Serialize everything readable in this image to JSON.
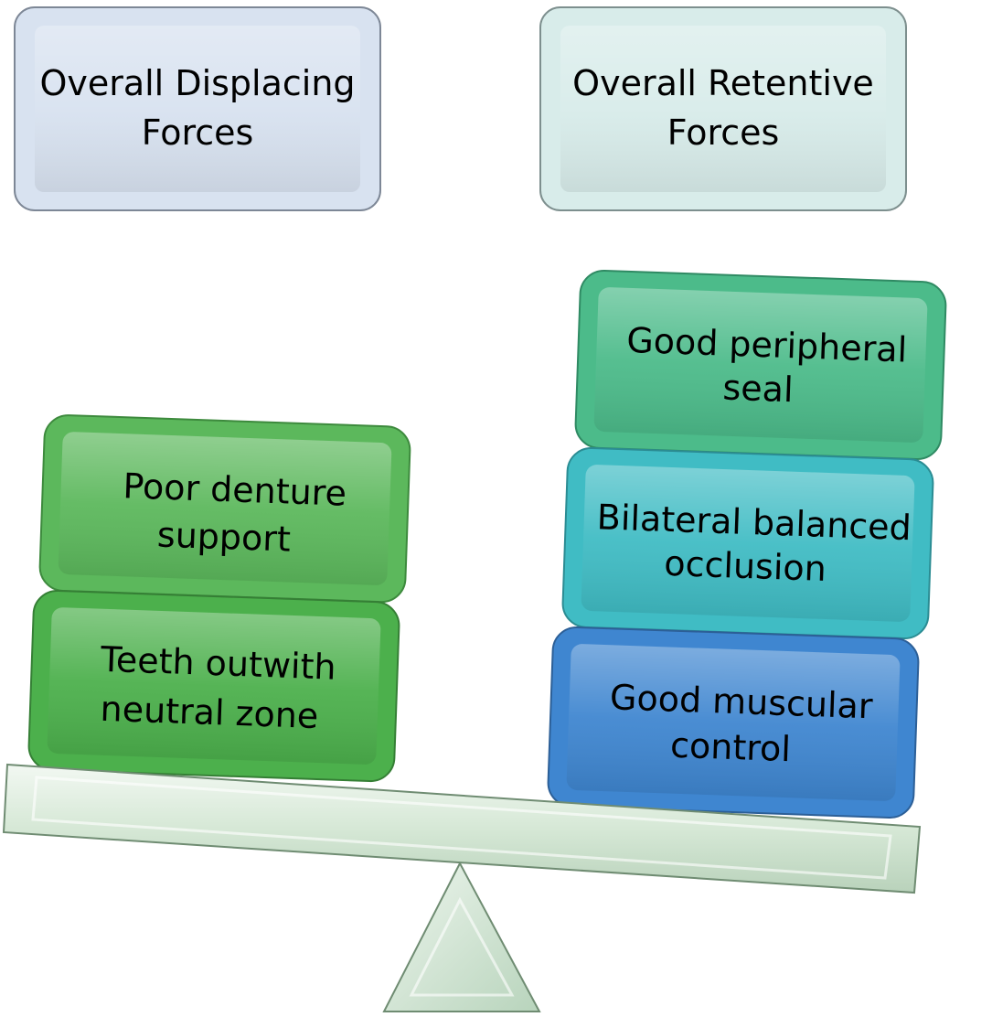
{
  "headers": {
    "left": [
      "Overall Displacing",
      "Forces"
    ],
    "right": [
      "Overall Retentive",
      "Forces"
    ]
  },
  "left_stack": [
    {
      "lines": [
        "Poor denture",
        "support"
      ],
      "color": "#5cb85c"
    },
    {
      "lines": [
        "Teeth outwith",
        "neutral zone"
      ],
      "color": "#4cb04c"
    }
  ],
  "right_stack": [
    {
      "lines": [
        "Good peripheral",
        "seal"
      ],
      "color": "#4cbb8a"
    },
    {
      "lines": [
        "Bilateral balanced",
        "occlusion"
      ],
      "color": "#40bcc4"
    },
    {
      "lines": [
        "Good muscular",
        "control"
      ],
      "color": "#3f86d0"
    }
  ],
  "colors": {
    "header_left": "#d8e2f0",
    "header_right": "#d8ecea",
    "beam": "#d9ead9",
    "fulcrum": "#d3e6d5"
  }
}
